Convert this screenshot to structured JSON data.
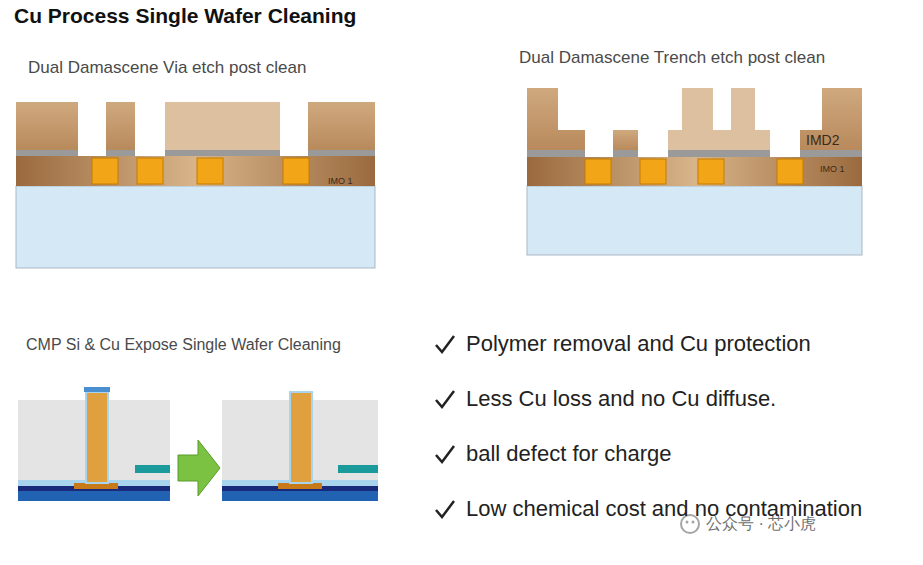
{
  "diagram": {
    "title": "Cu Process Single Wafer Cleaning",
    "nodes": [
      {
        "text": [
          "Dual Damascene Via etch post clean"
        ]
      },
      {
        "text": [
          "Dual Damascene Trench etch post clean"
        ]
      },
      {
        "text": [
          "CMP Si & Cu Expose Single Wafer Cleaning"
        ]
      }
    ],
    "labels": [
      "IMO 1",
      "IMD2",
      "IMO 1",
      "Polymer removal and Cu protection",
      "Less Cu loss and no Cu diffuse.",
      "ball defect for charge",
      "Low chemical cost and no contamination",
      "公众号 · 芯小虎"
    ]
  }
}
